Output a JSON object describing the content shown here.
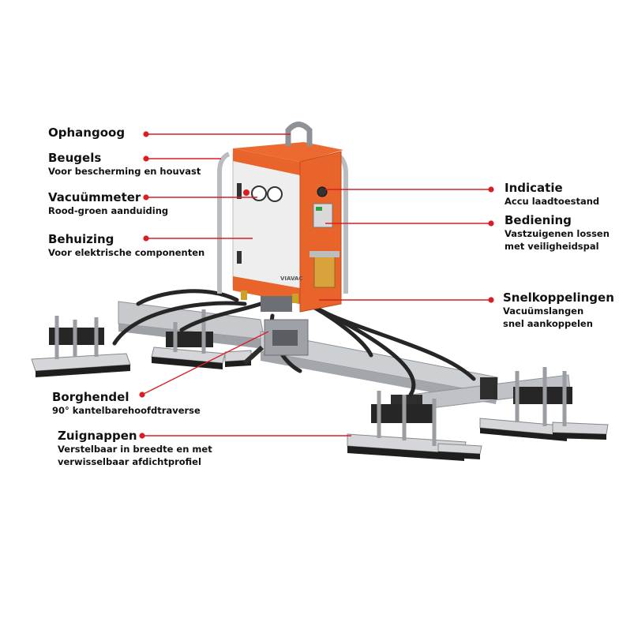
{
  "colors": {
    "accent": "#d81f26",
    "housing_orange": "#e8642a",
    "frame": "#b9bcc0",
    "dark": "#2b2b2b"
  },
  "product": {
    "brand": "VIAVAC"
  },
  "callouts": [
    {
      "id": "ophangoog",
      "title": "Ophangoog",
      "subtitle": []
    },
    {
      "id": "beugels",
      "title": "Beugels",
      "subtitle": [
        "Voor bescherming en houvast"
      ]
    },
    {
      "id": "vacuummeter",
      "title": "Vacuümmeter",
      "subtitle": [
        "Rood-groen aanduiding"
      ]
    },
    {
      "id": "behuizing",
      "title": "Behuizing",
      "subtitle": [
        "Voor elektrische componenten"
      ]
    },
    {
      "id": "indicatie",
      "title": "Indicatie",
      "subtitle": [
        "Accu laadtoestand"
      ]
    },
    {
      "id": "bediening",
      "title": "Bediening",
      "subtitle": [
        "Vastzuigenen lossen",
        "met veiligheidspal"
      ]
    },
    {
      "id": "snelkoppelingen",
      "title": "Snelkoppelingen",
      "subtitle": [
        "Vacuümslangen",
        "snel aankoppelen"
      ]
    },
    {
      "id": "borghendel",
      "title": "Borghendel",
      "subtitle": [
        "90° kantelbarehoofdtraverse"
      ]
    },
    {
      "id": "zuignappen",
      "title": "Zuignappen",
      "subtitle": [
        "Verstelbaar in breedte en met",
        "verwisselbaar afdichtprofiel"
      ]
    }
  ]
}
